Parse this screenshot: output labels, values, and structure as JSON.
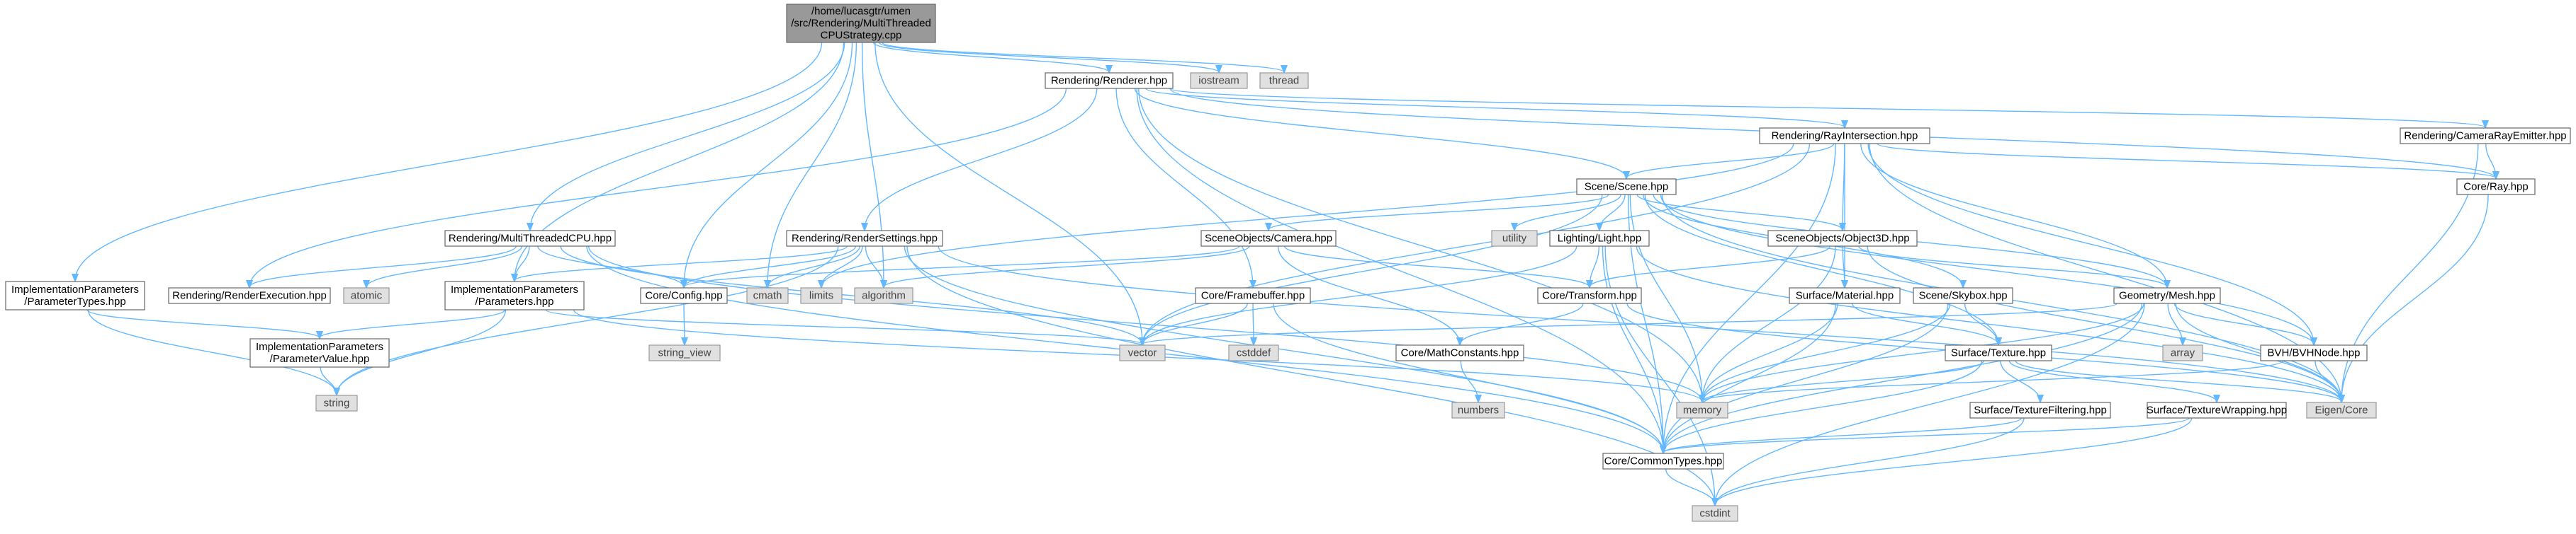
{
  "graph": {
    "root": "main_cpp",
    "nodes": [
      {
        "id": "main_cpp",
        "kind": "root",
        "lines": [
          "/home/lucasgtr/umen",
          "/src/Rendering/MultiThreaded",
          "CPUStrategy.cpp"
        ]
      },
      {
        "id": "renderer",
        "kind": "local",
        "lines": [
          "Rendering/Renderer.hpp"
        ]
      },
      {
        "id": "iostream",
        "kind": "sys",
        "lines": [
          "iostream"
        ]
      },
      {
        "id": "thread",
        "kind": "sys",
        "lines": [
          "thread"
        ]
      },
      {
        "id": "rayintersection",
        "kind": "local",
        "lines": [
          "Rendering/RayIntersection.hpp"
        ]
      },
      {
        "id": "camerarayemitter",
        "kind": "local",
        "lines": [
          "Rendering/CameraRayEmitter.hpp"
        ]
      },
      {
        "id": "ray",
        "kind": "local",
        "lines": [
          "Core/Ray.hpp"
        ]
      },
      {
        "id": "scene",
        "kind": "local",
        "lines": [
          "Scene/Scene.hpp"
        ]
      },
      {
        "id": "multithreadedcpu",
        "kind": "local",
        "lines": [
          "Rendering/MultiThreadedCPU.hpp"
        ]
      },
      {
        "id": "rendersettings",
        "kind": "local",
        "lines": [
          "Rendering/RenderSettings.hpp"
        ]
      },
      {
        "id": "camera",
        "kind": "local",
        "lines": [
          "SceneObjects/Camera.hpp"
        ]
      },
      {
        "id": "utility",
        "kind": "sys",
        "lines": [
          "utility"
        ]
      },
      {
        "id": "light",
        "kind": "local",
        "lines": [
          "Lighting/Light.hpp"
        ]
      },
      {
        "id": "object3d",
        "kind": "local",
        "lines": [
          "SceneObjects/Object3D.hpp"
        ]
      },
      {
        "id": "paramtypes",
        "kind": "local",
        "lines": [
          "ImplementationParameters",
          "/ParameterTypes.hpp"
        ]
      },
      {
        "id": "renderexecution",
        "kind": "local",
        "lines": [
          "Rendering/RenderExecution.hpp"
        ]
      },
      {
        "id": "atomic",
        "kind": "sys",
        "lines": [
          "atomic"
        ]
      },
      {
        "id": "parameters",
        "kind": "local",
        "lines": [
          "ImplementationParameters",
          "/Parameters.hpp"
        ]
      },
      {
        "id": "config",
        "kind": "local",
        "lines": [
          "Core/Config.hpp"
        ]
      },
      {
        "id": "cmath",
        "kind": "sys",
        "lines": [
          "cmath"
        ]
      },
      {
        "id": "limits",
        "kind": "sys",
        "lines": [
          "limits"
        ]
      },
      {
        "id": "algorithm",
        "kind": "sys",
        "lines": [
          "algorithm"
        ]
      },
      {
        "id": "framebuffer",
        "kind": "local",
        "lines": [
          "Core/Framebuffer.hpp"
        ]
      },
      {
        "id": "transform",
        "kind": "local",
        "lines": [
          "Core/Transform.hpp"
        ]
      },
      {
        "id": "material",
        "kind": "local",
        "lines": [
          "Surface/Material.hpp"
        ]
      },
      {
        "id": "skybox",
        "kind": "local",
        "lines": [
          "Scene/Skybox.hpp"
        ]
      },
      {
        "id": "mesh",
        "kind": "local",
        "lines": [
          "Geometry/Mesh.hpp"
        ]
      },
      {
        "id": "paramvalue",
        "kind": "local",
        "lines": [
          "ImplementationParameters",
          "/ParameterValue.hpp"
        ]
      },
      {
        "id": "string_view",
        "kind": "sys",
        "lines": [
          "string_view"
        ]
      },
      {
        "id": "vector",
        "kind": "sys",
        "lines": [
          "vector"
        ]
      },
      {
        "id": "cstddef",
        "kind": "sys",
        "lines": [
          "cstddef"
        ]
      },
      {
        "id": "mathconstants",
        "kind": "local",
        "lines": [
          "Core/MathConstants.hpp"
        ]
      },
      {
        "id": "texture",
        "kind": "local",
        "lines": [
          "Surface/Texture.hpp"
        ]
      },
      {
        "id": "array",
        "kind": "sys",
        "lines": [
          "array"
        ]
      },
      {
        "id": "bvhnode",
        "kind": "local",
        "lines": [
          "BVH/BVHNode.hpp"
        ]
      },
      {
        "id": "string",
        "kind": "sys",
        "lines": [
          "string"
        ]
      },
      {
        "id": "numbers",
        "kind": "sys",
        "lines": [
          "numbers"
        ]
      },
      {
        "id": "memory",
        "kind": "sys",
        "lines": [
          "memory"
        ]
      },
      {
        "id": "eigencore",
        "kind": "sys",
        "lines": [
          "Eigen/Core"
        ]
      },
      {
        "id": "texfiltering",
        "kind": "local",
        "lines": [
          "Surface/TextureFiltering.hpp"
        ]
      },
      {
        "id": "texwrapping",
        "kind": "local",
        "lines": [
          "Surface/TextureWrapping.hpp"
        ]
      },
      {
        "id": "commontypes",
        "kind": "local",
        "lines": [
          "Core/CommonTypes.hpp"
        ]
      },
      {
        "id": "cstdint",
        "kind": "sys",
        "lines": [
          "cstdint"
        ]
      }
    ],
    "edges": [
      [
        "main_cpp",
        "renderer"
      ],
      [
        "main_cpp",
        "iostream"
      ],
      [
        "main_cpp",
        "thread"
      ],
      [
        "main_cpp",
        "paramtypes"
      ],
      [
        "main_cpp",
        "multithreadedcpu"
      ],
      [
        "main_cpp",
        "parameters"
      ],
      [
        "main_cpp",
        "config"
      ],
      [
        "main_cpp",
        "cmath"
      ],
      [
        "main_cpp",
        "algorithm"
      ],
      [
        "main_cpp",
        "vector"
      ],
      [
        "renderer",
        "rayintersection"
      ],
      [
        "renderer",
        "camerarayemitter"
      ],
      [
        "renderer",
        "ray"
      ],
      [
        "renderer",
        "scene"
      ],
      [
        "renderer",
        "rendersettings"
      ],
      [
        "renderer",
        "renderexecution"
      ],
      [
        "renderer",
        "framebuffer"
      ],
      [
        "renderer",
        "memory"
      ],
      [
        "renderer",
        "commontypes"
      ],
      [
        "rayintersection",
        "ray"
      ],
      [
        "rayintersection",
        "scene"
      ],
      [
        "rayintersection",
        "object3d"
      ],
      [
        "rayintersection",
        "material"
      ],
      [
        "rayintersection",
        "mesh"
      ],
      [
        "rayintersection",
        "bvhnode"
      ],
      [
        "rayintersection",
        "eigencore"
      ],
      [
        "rayintersection",
        "commontypes"
      ],
      [
        "rayintersection",
        "limits"
      ],
      [
        "rayintersection",
        "vector"
      ],
      [
        "camerarayemitter",
        "ray"
      ],
      [
        "camerarayemitter",
        "eigencore"
      ],
      [
        "ray",
        "eigencore"
      ],
      [
        "scene",
        "camera"
      ],
      [
        "scene",
        "utility"
      ],
      [
        "scene",
        "light"
      ],
      [
        "scene",
        "object3d"
      ],
      [
        "scene",
        "skybox"
      ],
      [
        "scene",
        "mesh"
      ],
      [
        "scene",
        "bvhnode"
      ],
      [
        "scene",
        "vector"
      ],
      [
        "scene",
        "memory"
      ],
      [
        "scene",
        "commontypes"
      ],
      [
        "scene",
        "texture"
      ],
      [
        "scene",
        "eigencore"
      ],
      [
        "multithreadedcpu",
        "renderexecution"
      ],
      [
        "multithreadedcpu",
        "atomic"
      ],
      [
        "multithreadedcpu",
        "parameters"
      ],
      [
        "multithreadedcpu",
        "config"
      ],
      [
        "multithreadedcpu",
        "vector"
      ],
      [
        "multithreadedcpu",
        "commontypes"
      ],
      [
        "multithreadedcpu",
        "memory"
      ],
      [
        "rendersettings",
        "parameters"
      ],
      [
        "rendersettings",
        "config"
      ],
      [
        "rendersettings",
        "cmath"
      ],
      [
        "rendersettings",
        "limits"
      ],
      [
        "rendersettings",
        "algorithm"
      ],
      [
        "rendersettings",
        "string"
      ],
      [
        "rendersettings",
        "commontypes"
      ],
      [
        "rendersettings",
        "cstdint"
      ],
      [
        "rendersettings",
        "eigencore"
      ],
      [
        "camera",
        "transform"
      ],
      [
        "camera",
        "mathconstants"
      ],
      [
        "camera",
        "algorithm"
      ],
      [
        "camera",
        "config"
      ],
      [
        "light",
        "transform"
      ],
      [
        "light",
        "commontypes"
      ],
      [
        "light",
        "eigencore"
      ],
      [
        "light",
        "vector"
      ],
      [
        "light",
        "cstdint"
      ],
      [
        "object3d",
        "transform"
      ],
      [
        "object3d",
        "material"
      ],
      [
        "object3d",
        "mesh"
      ],
      [
        "object3d",
        "memory"
      ],
      [
        "object3d",
        "eigencore"
      ],
      [
        "paramtypes",
        "paramvalue"
      ],
      [
        "paramtypes",
        "string"
      ],
      [
        "parameters",
        "paramvalue"
      ],
      [
        "parameters",
        "string"
      ],
      [
        "parameters",
        "vector"
      ],
      [
        "parameters",
        "memory"
      ],
      [
        "config",
        "string_view"
      ],
      [
        "framebuffer",
        "vector"
      ],
      [
        "framebuffer",
        "cstddef"
      ],
      [
        "framebuffer",
        "commontypes"
      ],
      [
        "transform",
        "mathconstants"
      ],
      [
        "transform",
        "eigencore"
      ],
      [
        "material",
        "texture"
      ],
      [
        "material",
        "memory"
      ],
      [
        "material",
        "commontypes"
      ],
      [
        "skybox",
        "texture"
      ],
      [
        "skybox",
        "memory"
      ],
      [
        "skybox",
        "commontypes"
      ],
      [
        "mesh",
        "array"
      ],
      [
        "mesh",
        "bvhnode"
      ],
      [
        "mesh",
        "vector"
      ],
      [
        "mesh",
        "memory"
      ],
      [
        "mesh",
        "eigencore"
      ],
      [
        "mesh",
        "commontypes"
      ],
      [
        "mesh",
        "cstdint"
      ],
      [
        "paramvalue",
        "string"
      ],
      [
        "mathconstants",
        "numbers"
      ],
      [
        "texture",
        "texfiltering"
      ],
      [
        "texture",
        "texwrapping"
      ],
      [
        "texture",
        "memory"
      ],
      [
        "texture",
        "commontypes"
      ],
      [
        "texture",
        "eigencore"
      ],
      [
        "bvhnode",
        "memory"
      ],
      [
        "bvhnode",
        "eigencore"
      ],
      [
        "texfiltering",
        "commontypes"
      ],
      [
        "texfiltering",
        "cstdint"
      ],
      [
        "texwrapping",
        "commontypes"
      ],
      [
        "texwrapping",
        "cstdint"
      ],
      [
        "commontypes",
        "cstdint"
      ]
    ]
  }
}
